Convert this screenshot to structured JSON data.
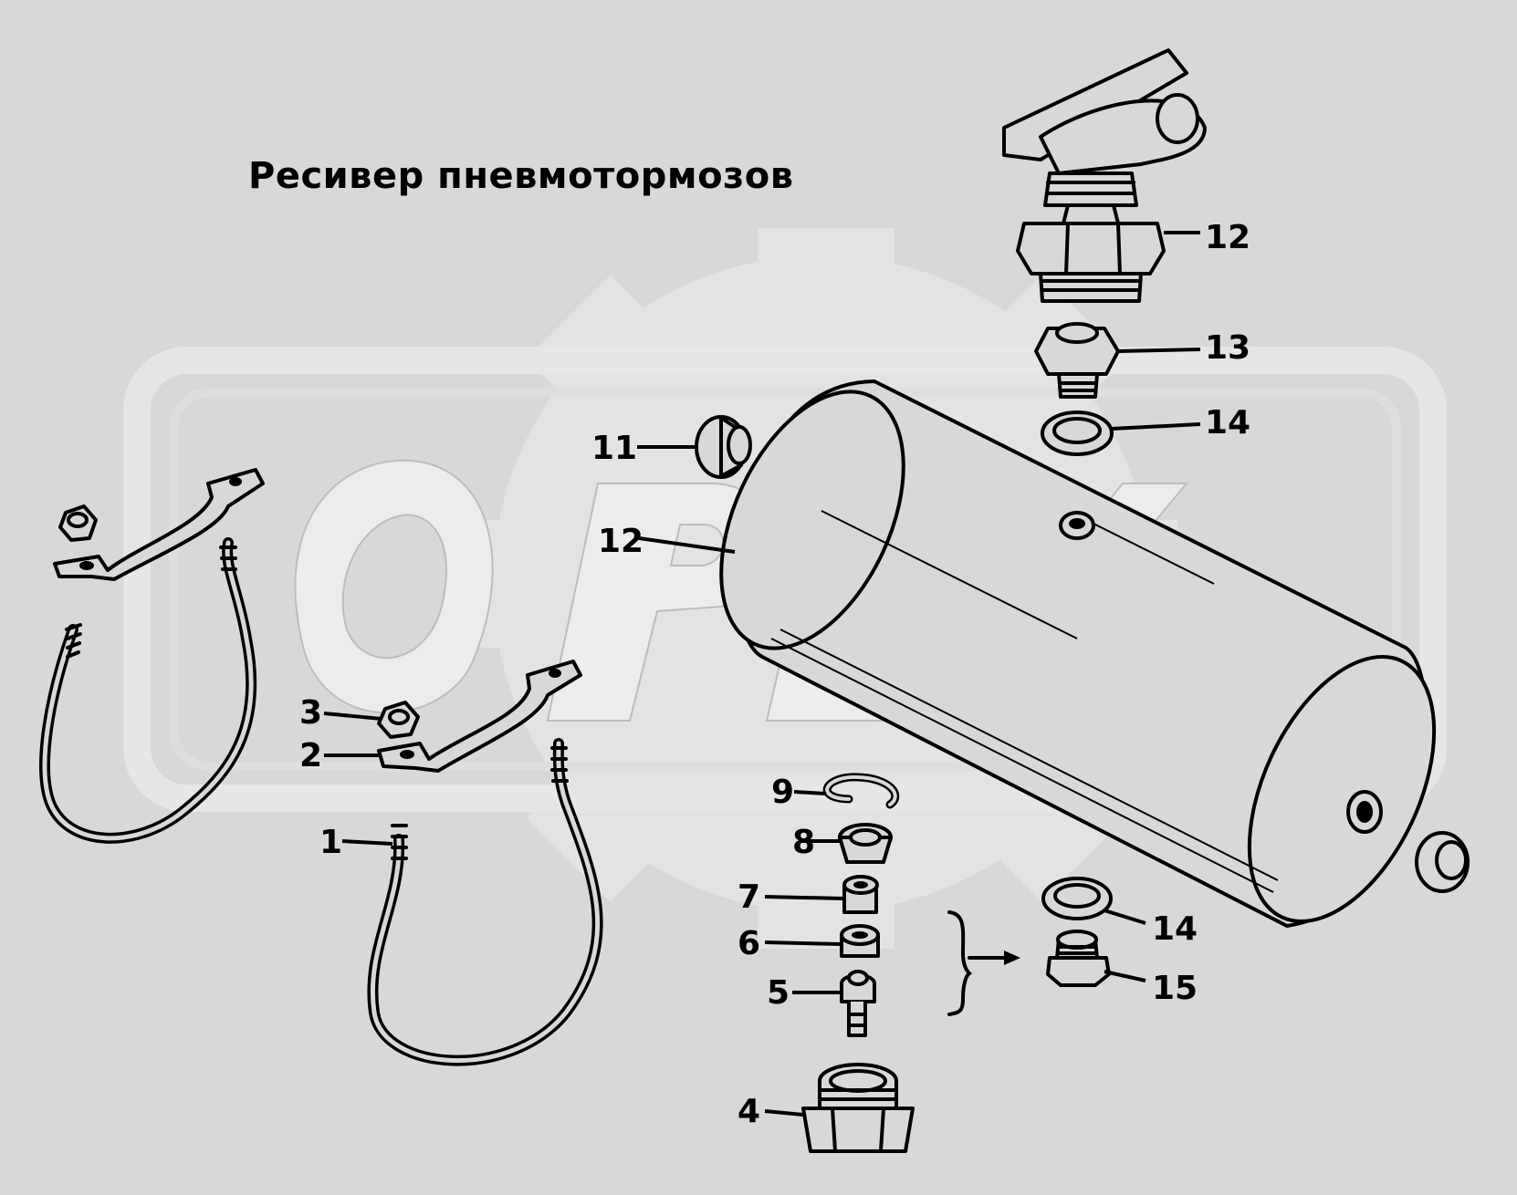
{
  "title": "Ресивер пневмотормозов",
  "watermark": "OPEX",
  "colors": {
    "background": "#d8d8d8",
    "watermark": "#e6e6e6",
    "lines": "#000000"
  },
  "callouts": [
    {
      "id": "callout-12-valve",
      "label": "12"
    },
    {
      "id": "callout-13",
      "label": "13"
    },
    {
      "id": "callout-14-top",
      "label": "14"
    },
    {
      "id": "callout-11",
      "label": "11"
    },
    {
      "id": "callout-12-tank",
      "label": "12"
    },
    {
      "id": "callout-3",
      "label": "3"
    },
    {
      "id": "callout-2",
      "label": "2"
    },
    {
      "id": "callout-1",
      "label": "1"
    },
    {
      "id": "callout-9",
      "label": "9"
    },
    {
      "id": "callout-8",
      "label": "8"
    },
    {
      "id": "callout-7",
      "label": "7"
    },
    {
      "id": "callout-6",
      "label": "6"
    },
    {
      "id": "callout-5",
      "label": "5"
    },
    {
      "id": "callout-4",
      "label": "4"
    },
    {
      "id": "callout-14-bottom",
      "label": "14"
    },
    {
      "id": "callout-15",
      "label": "15"
    }
  ]
}
